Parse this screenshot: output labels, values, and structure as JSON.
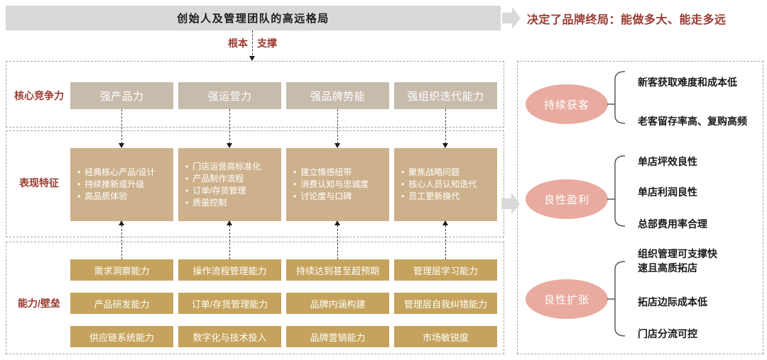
{
  "colors": {
    "banner_bg": "#d9d9d9",
    "accent_red": "#9b3a31",
    "core_box": "#c7bbac",
    "feature_box": "#cdb18c",
    "capability_box": "#c5a35c",
    "ellipse_pink": "#e9aba0"
  },
  "header": {
    "banner_title": "创始人及管理团队的高远格局",
    "outcome": "决定了品牌终局：能做多大、能走多远",
    "root_label": "根本",
    "support_label": "支撑"
  },
  "left_panel": {
    "sections": [
      {
        "label": "核心竞争力",
        "boxes": [
          "强产品力",
          "强运营力",
          "强品牌势能",
          "强组织迭代能力"
        ]
      },
      {
        "label": "表现特征",
        "boxes": [
          {
            "bullets": [
              "经典核心产品/设计",
              "持续推新或升级",
              "高品质体验"
            ]
          },
          {
            "bullets": [
              "门店运营高标准化",
              "产品制作流程",
              "订单/存货管理",
              "质量控制"
            ]
          },
          {
            "bullets": [
              "建立情感纽带",
              "消费认知与忠诚度",
              "讨论度与口碑"
            ]
          },
          {
            "bullets": [
              "聚焦战略问题",
              "核心人员认知迭代",
              "员工更新换代"
            ]
          }
        ]
      },
      {
        "label": "能力/壁垒",
        "rows": [
          [
            "需求洞察能力",
            "操作流程管理能力",
            "持续达到甚至超预期",
            "管理层学习能力"
          ],
          [
            "产品研发能力",
            "订单/存货管理能力",
            "品牌内涵构建",
            "管理层自我纠错能力"
          ],
          [
            "供应链系统能力",
            "数字化与技术投入",
            "品牌营销能力",
            "市场敏锐度"
          ]
        ]
      }
    ]
  },
  "right_panel": {
    "groups": [
      {
        "ellipse": "持续获客",
        "items": [
          "新客获取难度和成本低",
          "老客留存率高、复购高频"
        ]
      },
      {
        "ellipse": "良性盈利",
        "items": [
          "单店坪效良性",
          "单店利润良性",
          "总部费用率合理"
        ]
      },
      {
        "ellipse": "良性扩张",
        "items": [
          "组织管理可支撑快速且高质拓店",
          "拓店边际成本低",
          "门店分流可控"
        ]
      }
    ]
  }
}
